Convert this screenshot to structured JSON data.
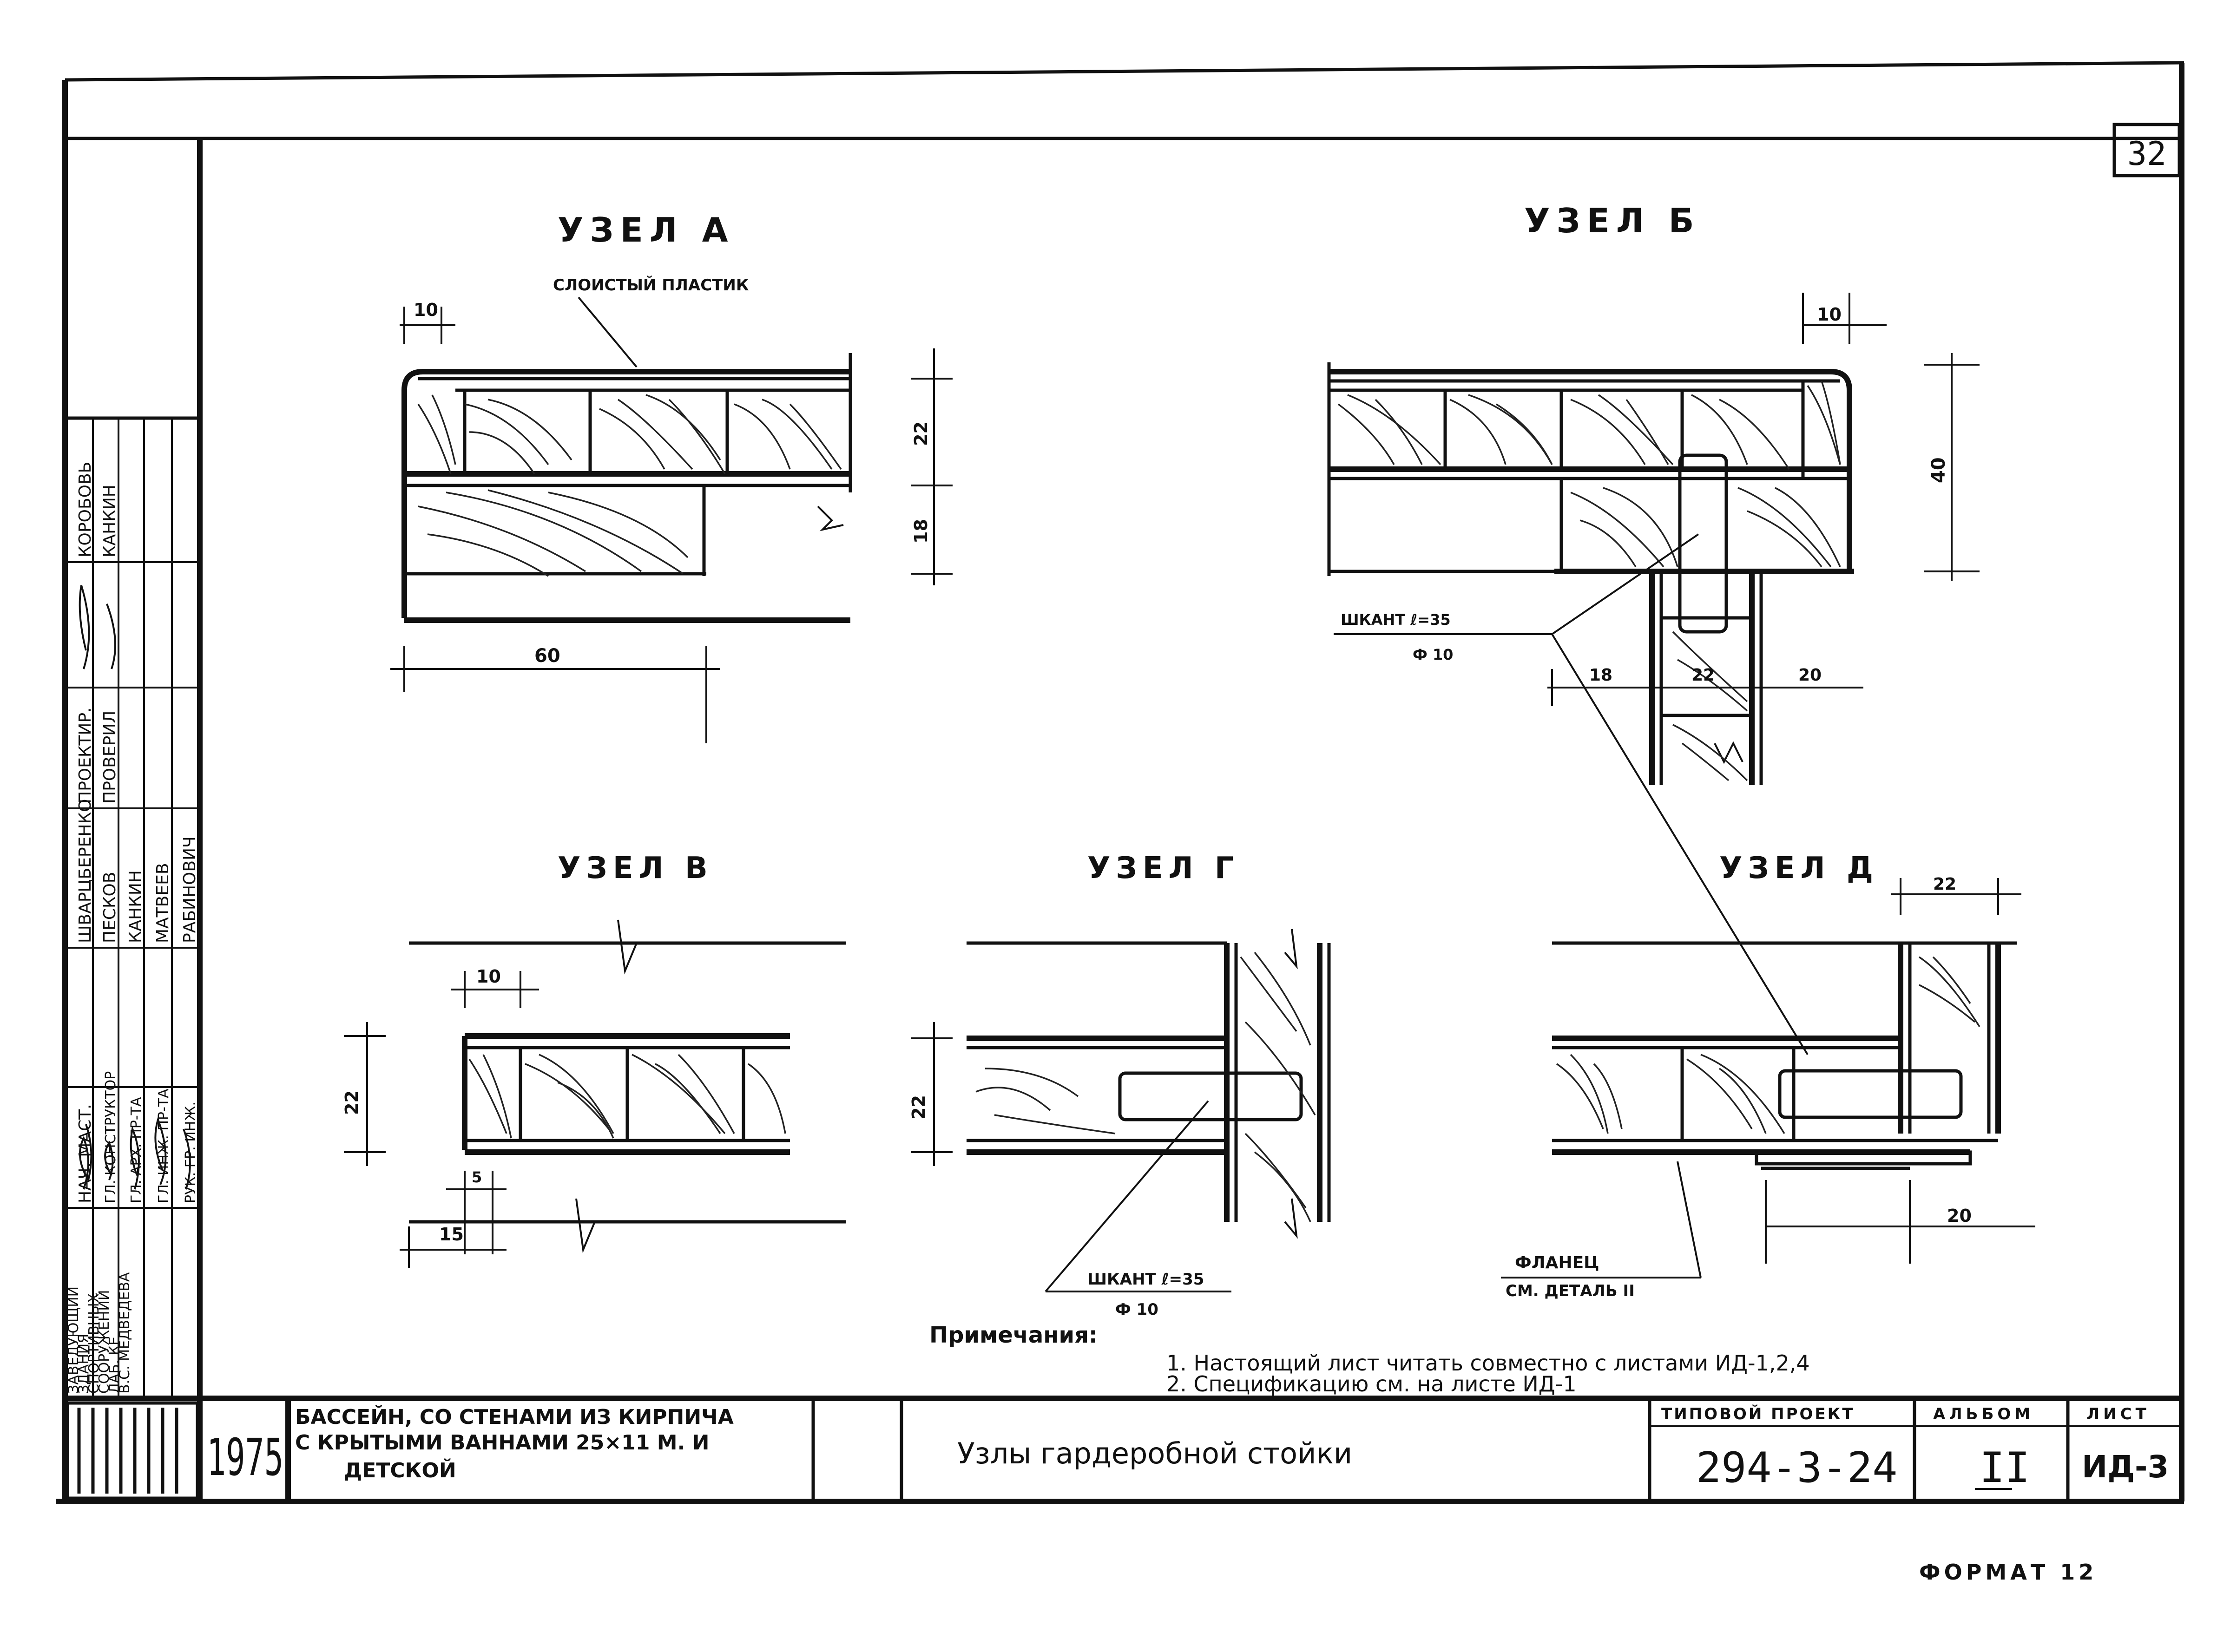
{
  "sheet_number": "32",
  "format_label": "ФОРМАТ 12",
  "nodes": {
    "a": {
      "title": "УЗЕЛ А",
      "material_label": "СЛОИСТЫЙ ПЛАСТИК",
      "dims": [
        "10",
        "22",
        "18",
        "60"
      ]
    },
    "b": {
      "title": "УЗЕЛ Б",
      "dowel_label": "ШКАНТ ℓ=35",
      "dowel_dia": "Ф 10",
      "dims": [
        "10",
        "40",
        "18",
        "22",
        "20"
      ]
    },
    "v": {
      "title": "УЗЕЛ В",
      "dims": [
        "10",
        "22",
        "5",
        "15"
      ]
    },
    "g": {
      "title": "УЗЕЛ Г",
      "dowel_label": "ШКАНТ ℓ=35",
      "dowel_dia": "Ф 10",
      "dims": [
        "22"
      ]
    },
    "d": {
      "title": "УЗЕЛ Д",
      "flange_label": "ФЛАНЕЦ",
      "flange_ref": "СМ. ДЕТАЛЬ II",
      "dims": [
        "22",
        "20"
      ]
    }
  },
  "notes": {
    "heading": "Примечания:",
    "items": [
      "1. Настоящий лист читать совместно с листами ИД-1,2,4",
      "2. Спецификацию см. на листе ИД-1"
    ]
  },
  "side_stamp": {
    "org": [
      "ЗАВЕДУЮЩИЙ",
      "ЗДАНИЯ",
      "СПОРТИВНЫХ",
      "СООРУЖЕНИЙ",
      "ЛАБ. КЕ",
      "В.С. МЕДВЕДЕВА"
    ],
    "roles": [
      "НАЧ. МАСТ.",
      "ГЛ. КОНСТРУКТОР",
      "ГЛ. АРХ. ПР-ТА",
      "ГЛ. ИНЖ. ПР-ТА",
      "РУК. ГР. ИНЖ."
    ],
    "names_left": [
      "ШВАРЦБЕРЕНКО",
      "ПЕСКОВ",
      "КАНКИН",
      "МАТВЕЕВ",
      "РАБИНОВИЧ"
    ],
    "roles_right": [
      "ПРОЕКТИР.",
      "ПРОВЕРИЛ"
    ],
    "names_right": [
      "КОРОБОВЬ",
      "КАНКИН"
    ]
  },
  "title_block": {
    "year": "1975",
    "object_lines": [
      "БАССЕЙН, СО СТЕНАМИ ИЗ КИРПИЧА",
      "С КРЫТЫМИ ВАННАМИ 25×11 М. И",
      "ДЕТСКОЙ"
    ],
    "sheet_title": "Узлы гардеробной стойки",
    "project_label": "ТИПОВОЙ ПРОЕКТ",
    "project_number": "294-3-24",
    "album_label": "АЛЬБОМ",
    "album_number": "II",
    "sheet_label": "ЛИСТ",
    "sheet_code": "ИД-3"
  }
}
